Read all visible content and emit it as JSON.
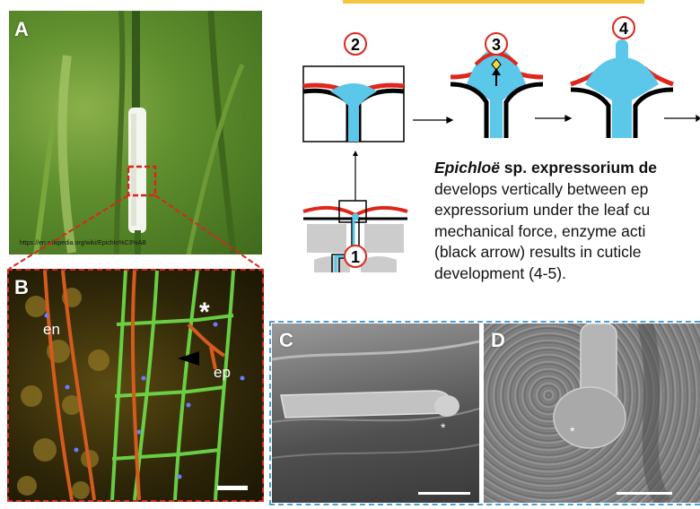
{
  "panels": {
    "a": {
      "letter": "A",
      "url": "https://en.wikipedia.org/wiki/Epichlo%C3%AB"
    },
    "b": {
      "letter": "B",
      "label_en": "en",
      "label_ep": "ep",
      "label_star": "*"
    },
    "c": {
      "letter": "C",
      "label_star": "*"
    },
    "d": {
      "letter": "D",
      "label_star": "*"
    }
  },
  "diagram": {
    "steps": [
      "1",
      "2",
      "3",
      "4"
    ]
  },
  "caption": {
    "title_species": "Epichloë",
    "title_rest": " sp. expressorium de",
    "lines": [
      "develops vertically between ep",
      "expressorium under the leaf cu",
      "mechanical force, enzyme acti",
      "(black arrow) results in cuticle",
      "development (4-5)."
    ]
  },
  "colors": {
    "frame_red": "#d9261c",
    "frame_blue": "#4a9fd8",
    "cyan": "#5bc8ea",
    "cuticle_red": "#e0261b",
    "banner_yellow": "#f5c542"
  }
}
